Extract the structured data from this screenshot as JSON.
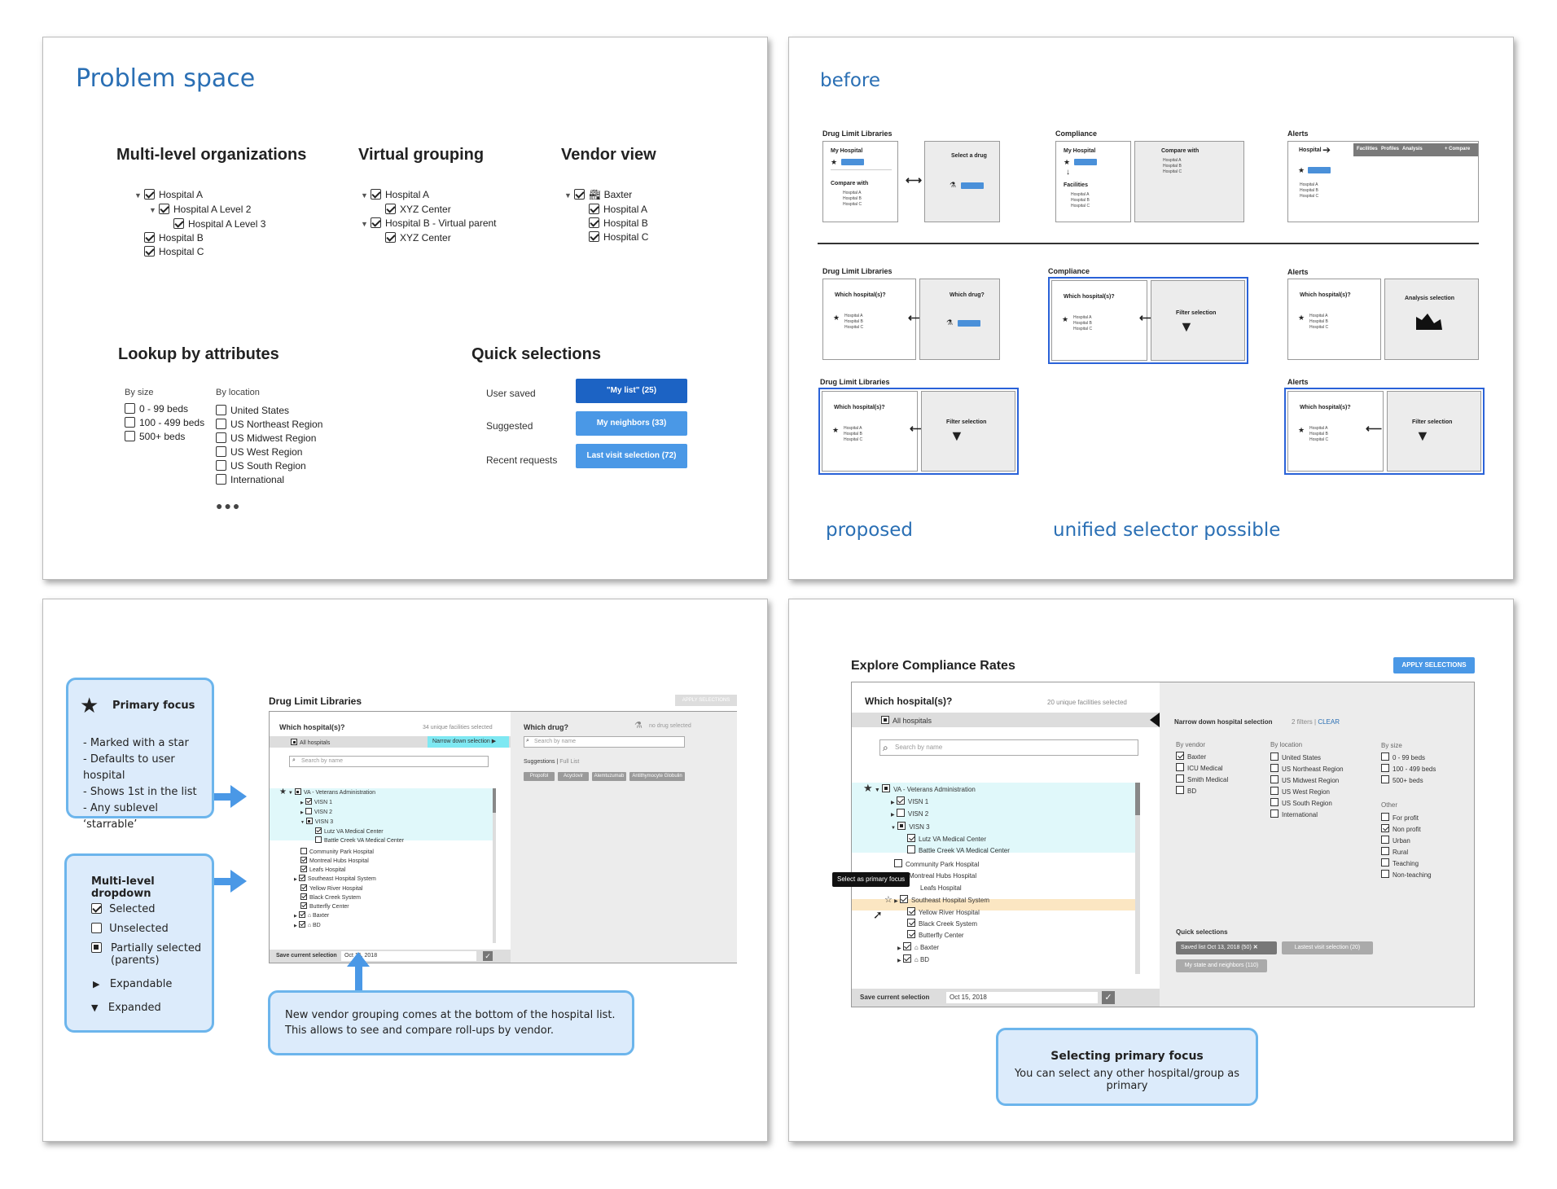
{
  "slide1": {
    "title": "Problem space",
    "multi": {
      "heading": "Multi-level organizations",
      "items": [
        "Hospital A",
        "Hospital A Level 2",
        "Hospital A Level 3",
        "Hospital B",
        "Hospital C"
      ]
    },
    "virtual": {
      "heading": "Virtual grouping",
      "items": [
        "Hospital A",
        "XYZ Center",
        "Hospital B - Virtual parent",
        "XYZ Center"
      ]
    },
    "vendor": {
      "heading": "Vendor view",
      "items": [
        "Baxter",
        "Hospital A",
        "Hospital B",
        "Hospital C"
      ]
    },
    "lookup": {
      "heading": "Lookup by attributes",
      "size_label": "By size",
      "sizes": [
        "0 - 99 beds",
        "100 - 499 beds",
        "500+ beds"
      ],
      "location_label": "By location",
      "locations": [
        "United States",
        "US Northeast Region",
        "US Midwest Region",
        "US West Region",
        "US South Region",
        "International"
      ],
      "more": "●●●"
    },
    "quick": {
      "heading": "Quick selections",
      "rows": [
        {
          "label": "User saved",
          "button": "\"My list\" (25)",
          "color": "#1c63c4"
        },
        {
          "label": "Suggested",
          "button": "My neighbors (33)",
          "color": "#4a98e6"
        },
        {
          "label": "Recent requests",
          "button": "Last visit selection (72)",
          "color": "#4a98e6"
        }
      ]
    }
  },
  "slide2": {
    "before": "before",
    "proposed": "proposed",
    "unified": "unified selector possible",
    "top": {
      "drug": {
        "title": "Drug Limit Libraries",
        "my_hospital": "My Hospital",
        "compare_with": "Compare with",
        "select_drug": "Select a drug",
        "items": [
          "Hospital A",
          "Hospital B",
          "Hospital C"
        ]
      },
      "compliance": {
        "title": "Compliance",
        "my_hospital": "My Hospital",
        "facilities": "Facilities",
        "compare_with": "Compare with",
        "items": [
          "Hospital A",
          "Hospital B",
          "Hospital C"
        ]
      },
      "alerts": {
        "title": "Alerts",
        "hospital": "Hospital",
        "tabs": [
          "Facilities",
          "Profiles",
          "Analysis",
          "+ Compare"
        ],
        "items": [
          "Hospital A",
          "Hospital B",
          "Hospital C"
        ]
      }
    },
    "mid": {
      "drug": {
        "title": "Drug Limit Libraries",
        "left": "Which hospital(s)?",
        "right": "Which drug?"
      },
      "compliance": {
        "title": "Compliance",
        "left": "Which hospital(s)?",
        "right": "Filter selection"
      },
      "alerts": {
        "title": "Alerts",
        "left": "Which hospital(s)?",
        "right": "Analysis selection"
      }
    },
    "bottom": {
      "drug": {
        "title": "Drug Limit Libraries",
        "left": "Which hospital(s)?",
        "right": "Filter selection"
      },
      "alerts": {
        "title": "Alerts",
        "left": "Which hospital(s)?",
        "right": "Filter selection"
      }
    },
    "items": [
      "Hospital A",
      "Hospital B",
      "Hospital C"
    ]
  },
  "slide3": {
    "callout1": {
      "title": "Primary focus",
      "lines": [
        "- Marked with a star",
        "- Defaults to user hospital",
        "- Shows 1st in the list",
        "- Any sublevel ‘starrable’"
      ]
    },
    "callout2": {
      "title": "Multi-level dropdown",
      "items": [
        "Selected",
        "Unselected",
        "Partially selected (parents)",
        "Expandable",
        "Expanded"
      ]
    },
    "callout3": {
      "text": "New vendor grouping comes at the bottom of the hospital list. This allows to see and compare roll-ups by vendor."
    },
    "mock": {
      "title": "Drug Limit Libraries",
      "apply": "APPLY SELECTIONS",
      "which_hosp": "Which hospital(s)?",
      "count": "34 unique facilities selected",
      "all": "All hospitals",
      "narrow": "Narrow down selection",
      "search": "Search by name",
      "tree": [
        "VA - Veterans Administration",
        "VISN 1",
        "VISN 2",
        "VISN 3",
        "Lutz VA Medical Center",
        "Battle Creek VA Medical Center",
        "Community Park Hospital",
        "Montreal Hubs Hospital",
        "Leafs Hospital",
        "Southeast Hospital System",
        "Yellow River Hospital",
        "Black Creek System",
        "Butterfly Center",
        "Baxter",
        "BD"
      ],
      "save": "Save current selection",
      "date": "Oct 15, 2018",
      "which_drug": "Which drug?",
      "no_drug": "no drug selected",
      "drug_search": "Search by name",
      "suggestions": "Suggestions",
      "full_list": "Full List",
      "chips": [
        "Propofol",
        "Acyclovir",
        "Alemtuzumab",
        "Antithymocyte Globulin"
      ]
    }
  },
  "slide4": {
    "title": "Explore Compliance Rates",
    "apply": "APPLY SELECTIONS",
    "which_hosp": "Which hospital(s)?",
    "count": "20 unique facilities selected",
    "all": "All hospitals",
    "search": "Search by name",
    "tree": [
      "VA - Veterans Administration",
      "VISN 1",
      "VISN 2",
      "VISN 3",
      "Lutz VA Medical Center",
      "Battle Creek VA Medical Center",
      "Community Park Hospital",
      "Montreal Hubs Hospital",
      "Leafs Hospital",
      "Southeast Hospital System",
      "Yellow River Hospital",
      "Black Creek System",
      "Butterfly Center",
      "Baxter",
      "BD"
    ],
    "tooltip": "Select as primary focus",
    "save": "Save current selection",
    "date": "Oct 15, 2018",
    "narrow": "Narrow down hospital selection",
    "filters": "2 filters",
    "clear": "CLEAR",
    "vendor_label": "By vendor",
    "vendors": [
      "Baxter",
      "ICU Medical",
      "Smith Medical",
      "BD"
    ],
    "location_label": "By location",
    "locations": [
      "United States",
      "US Northeast Region",
      "US Midwest Region",
      "US West Region",
      "US South Region",
      "International"
    ],
    "size_label": "By size",
    "sizes": [
      "0 - 99 beds",
      "100 - 499 beds",
      "500+ beds"
    ],
    "other_label": "Other",
    "others": [
      "For profit",
      "Non profit",
      "Urban",
      "Rural",
      "Teaching",
      "Non-teaching"
    ],
    "quick_label": "Quick selections",
    "quick": [
      "Saved list Oct 13, 2018 (50)",
      "Lastest visit selection (20)",
      "My state and neighbors (110)"
    ],
    "callout": {
      "title": "Selecting primary focus",
      "text": "You can select any other hospital/group as primary"
    }
  }
}
